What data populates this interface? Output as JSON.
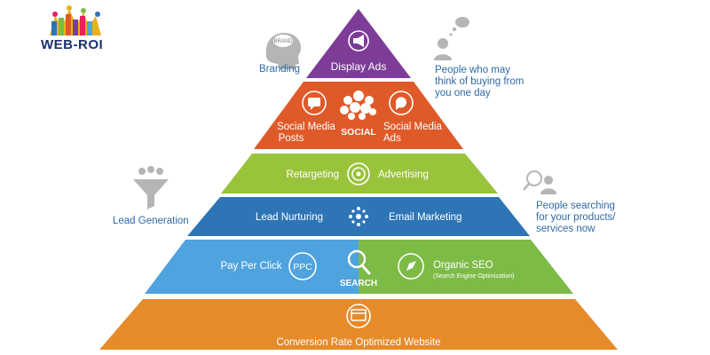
{
  "logo": {
    "text": "WEB-ROI"
  },
  "tiers": {
    "display": {
      "label": "Display Ads",
      "color": "#7d3c98"
    },
    "social": {
      "posts_line1": "Social Media",
      "posts_line2": "Posts",
      "center": "SOCIAL",
      "ads_line1": "Social Media",
      "ads_line2": "Ads",
      "color": "#e05a29"
    },
    "retargeting": {
      "left": "Retargeting",
      "right": "Advertising",
      "color": "#9ac33c"
    },
    "nurturing": {
      "left": "Lead Nurturing",
      "right": "Email Marketing",
      "color": "#2e75b6"
    },
    "search": {
      "left": "Pay Per Click",
      "ppc": "PPC",
      "center": "SEARCH",
      "right": "Organic SEO",
      "right_sub": "(Search Engine Optimization)",
      "left_color": "#4fa3de",
      "right_color": "#7dbb47"
    },
    "website": {
      "label": "Conversion Rate Optimized Website",
      "color": "#e58b2a"
    }
  },
  "side": {
    "branding": "Branding",
    "brand_bubble": "BRAND",
    "lead_generation": "Lead Generation",
    "maybe_line1": "People who may",
    "maybe_line2": "think of buying from",
    "maybe_line3": "you one day",
    "searching_line1": "People searching",
    "searching_line2": "for your products/",
    "searching_line3": "services now"
  }
}
